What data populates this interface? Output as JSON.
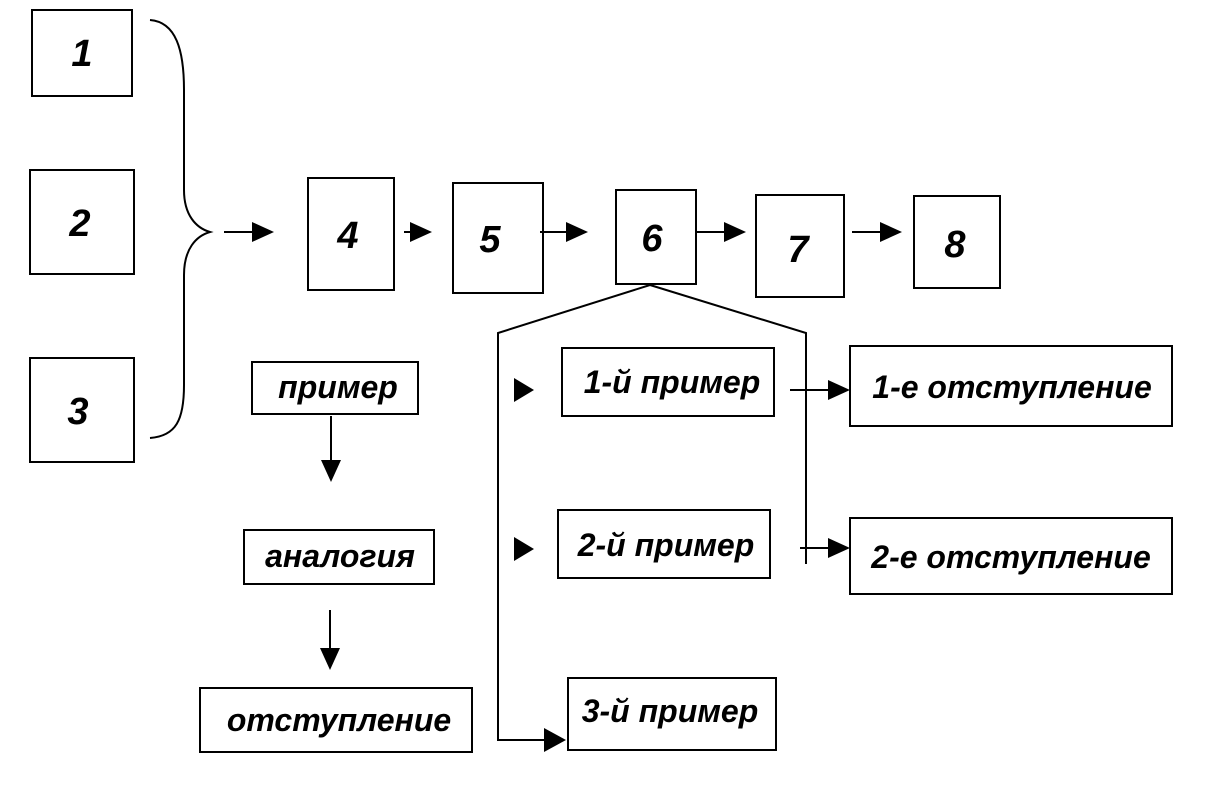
{
  "colors": {
    "ink": "#000000",
    "background": "#ffffff"
  },
  "steps": {
    "s1": "1",
    "s2": "2",
    "s3": "3",
    "s4": "4",
    "s5": "5",
    "s6": "6",
    "s7": "7",
    "s8": "8"
  },
  "method_chain": {
    "example": "пример",
    "analogy": "аналогия",
    "digression": "отступление"
  },
  "branches": {
    "example_1": "1-й пример",
    "example_2": "2-й пример",
    "example_3": "3-й пример",
    "digression_1": "1-е отступление",
    "digression_2": "2-е отступление"
  }
}
